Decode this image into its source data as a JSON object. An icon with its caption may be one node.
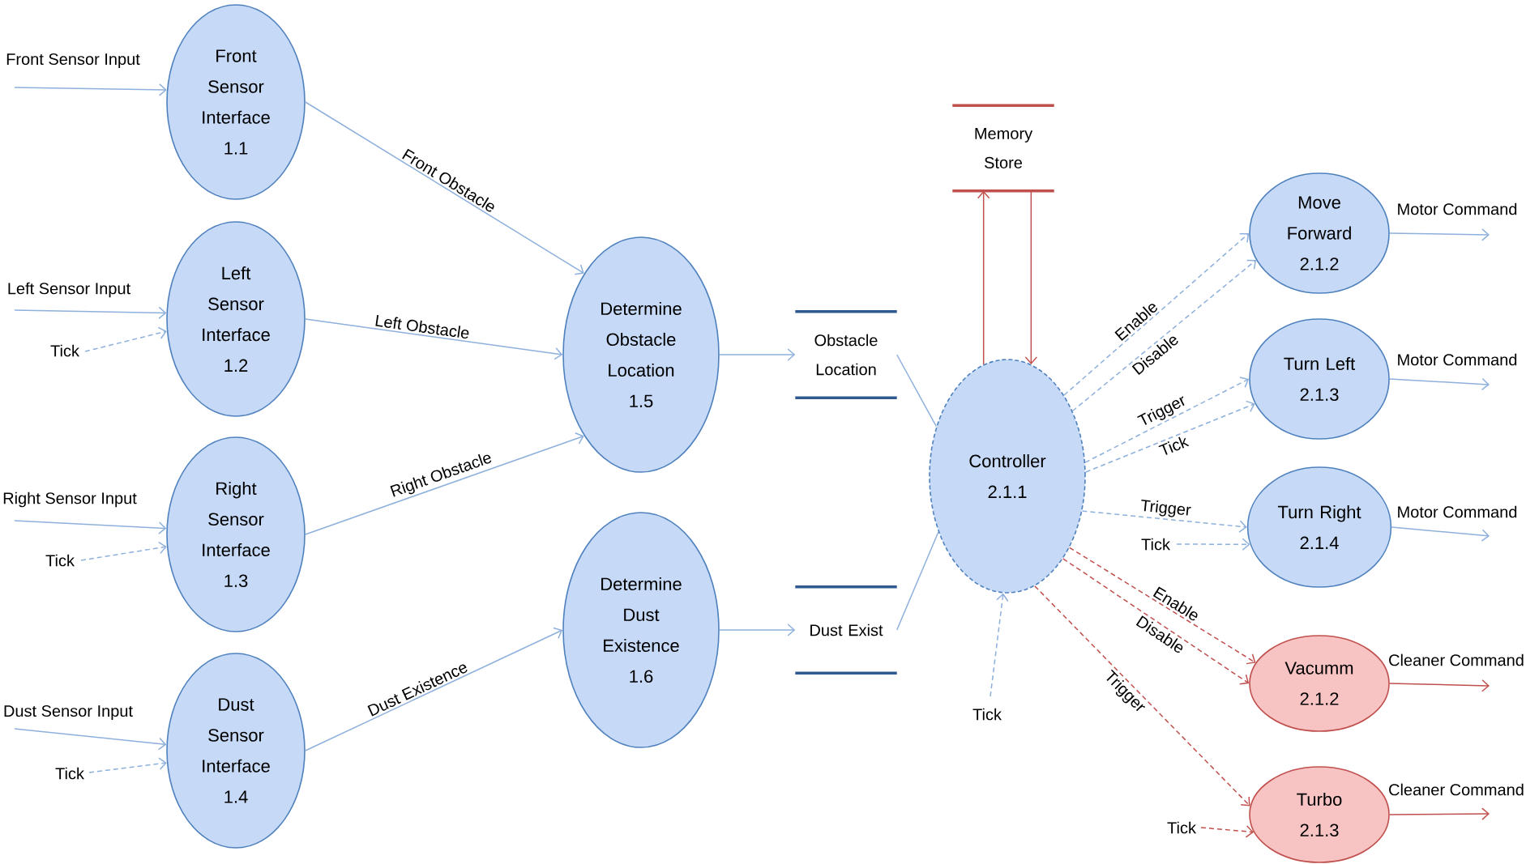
{
  "diagram": {
    "nodes": [
      {
        "text": [
          "Front Sensor Interface 1.1"
        ]
      },
      {
        "text": [
          "Left Sensor Interface 1.2"
        ]
      },
      {
        "text": [
          "Right Sensor Interface 1.3"
        ]
      },
      {
        "text": [
          "Dust Sensor Interface 1.4"
        ]
      },
      {
        "text": [
          "Determine Obstacle Location 1.5"
        ]
      },
      {
        "text": [
          "Determine Dust Existence 1.6"
        ]
      },
      {
        "text": [
          "Obstacle Location"
        ]
      },
      {
        "text": [
          "Dust Exist"
        ]
      },
      {
        "text": [
          "Memory Store"
        ]
      },
      {
        "text": [
          "Controller 2.1.1"
        ]
      },
      {
        "text": [
          "Move Forward 2.1.2"
        ]
      },
      {
        "text": [
          "Turn Left 2.1.3"
        ]
      },
      {
        "text": [
          "Turn Right 2.1.4"
        ]
      },
      {
        "text": [
          "Vacumm 2.1.2"
        ]
      },
      {
        "text": [
          "Turbo 2.1.3"
        ]
      }
    ],
    "edges": [
      {
        "from": null,
        "to": 0,
        "arrow": "to",
        "label": "Front Sensor Input"
      },
      {
        "from": null,
        "to": 1,
        "arrow": "to",
        "label": "Left Sensor Input"
      },
      {
        "from": null,
        "to": 1,
        "arrow": "to",
        "label": "Tick",
        "style": "dashed"
      },
      {
        "from": null,
        "to": 2,
        "arrow": "to",
        "label": "Right Sensor Input"
      },
      {
        "from": null,
        "to": 2,
        "arrow": "to",
        "label": "Tick",
        "style": "dashed"
      },
      {
        "from": null,
        "to": 3,
        "arrow": "to",
        "label": "Dust Sensor Input"
      },
      {
        "from": null,
        "to": 3,
        "arrow": "to",
        "label": "Tick",
        "style": "dashed"
      },
      {
        "from": 0,
        "to": 4,
        "arrow": "to",
        "label": "Front Obstacle"
      },
      {
        "from": 1,
        "to": 4,
        "arrow": "to",
        "label": "Left Obstacle"
      },
      {
        "from": 2,
        "to": 4,
        "arrow": "to",
        "label": "Right Obstacle"
      },
      {
        "from": 3,
        "to": 5,
        "arrow": "to",
        "label": "Dust Existence"
      },
      {
        "from": 4,
        "to": 6,
        "arrow": "to"
      },
      {
        "from": 5,
        "to": 7,
        "arrow": "to"
      },
      {
        "from": 6,
        "to": 9,
        "arrow": "none"
      },
      {
        "from": 7,
        "to": 9,
        "arrow": "none"
      },
      {
        "from": 9,
        "to": 8,
        "arrow": "to",
        "color": "#c0504d"
      },
      {
        "from": 8,
        "to": 9,
        "arrow": "to",
        "color": "#c0504d"
      },
      {
        "from": 9,
        "to": 10,
        "arrow": "to",
        "label": "Enable",
        "style": "dashed"
      },
      {
        "from": 9,
        "to": 10,
        "arrow": "to",
        "label": "Disable",
        "style": "dashed"
      },
      {
        "from": 9,
        "to": 11,
        "arrow": "to",
        "label": "Trigger",
        "style": "dashed"
      },
      {
        "from": 9,
        "to": 11,
        "arrow": "to",
        "label": "Tick",
        "style": "dashed"
      },
      {
        "from": 9,
        "to": 12,
        "arrow": "to",
        "label": "Trigger",
        "style": "dashed"
      },
      {
        "from": null,
        "to": 12,
        "arrow": "to",
        "label": "Tick",
        "style": "dashed"
      },
      {
        "from": 9,
        "to": 13,
        "arrow": "to",
        "label": "Enable",
        "style": "dashed",
        "color": "#c0504d"
      },
      {
        "from": 9,
        "to": 13,
        "arrow": "to",
        "label": "Disable",
        "style": "dashed",
        "color": "#c0504d"
      },
      {
        "from": 9,
        "to": 14,
        "arrow": "to",
        "label": "Trigger",
        "style": "dashed",
        "color": "#c0504d"
      },
      {
        "from": null,
        "to": 14,
        "arrow": "to",
        "label": "Tick",
        "style": "dashed",
        "color": "#c0504d"
      },
      {
        "from": null,
        "to": 9,
        "arrow": "to",
        "label": "Tick",
        "style": "dashed"
      },
      {
        "from": 10,
        "to": null,
        "arrow": "to",
        "label": "Motor Command"
      },
      {
        "from": 11,
        "to": null,
        "arrow": "to",
        "label": "Motor Command"
      },
      {
        "from": 12,
        "to": null,
        "arrow": "to",
        "label": "Motor Command"
      },
      {
        "from": 13,
        "to": null,
        "arrow": "to",
        "label": "Cleaner Command",
        "color": "#c0504d"
      },
      {
        "from": 14,
        "to": null,
        "arrow": "to",
        "label": "Cleaner Command",
        "color": "#c0504d"
      }
    ]
  }
}
